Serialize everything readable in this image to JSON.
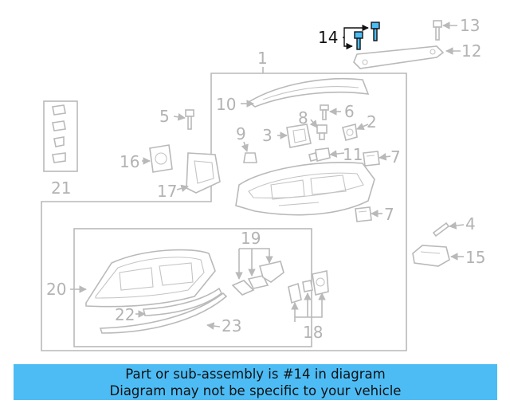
{
  "highlight_color": "#4dbcf5",
  "highlight_part": "14",
  "callouts": {
    "p1": "1",
    "p2": "2",
    "p3": "3",
    "p4": "4",
    "p5": "5",
    "p6": "6",
    "p7a": "7",
    "p7b": "7",
    "p8": "8",
    "p9": "9",
    "p10": "10",
    "p11": "11",
    "p12": "12",
    "p13": "13",
    "p14": "14",
    "p15": "15",
    "p16": "16",
    "p17": "17",
    "p18": "18",
    "p19": "19",
    "p20": "20",
    "p21": "21",
    "p22": "22",
    "p23": "23"
  },
  "banner": {
    "line1": "Part or sub-assembly is #14 in diagram",
    "line2": "Diagram may not be specific to your vehicle"
  }
}
